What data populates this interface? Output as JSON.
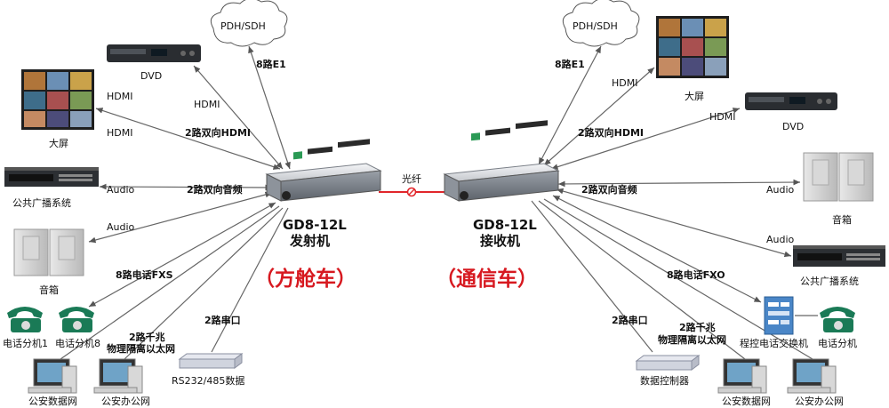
{
  "colors": {
    "accent": "#d71920",
    "fiber": "#e1262b",
    "line": "#666666",
    "phone": "#1a7a56"
  },
  "left": {
    "cloud": "PDH/SDH",
    "e1": "8路E1",
    "dvd": "DVD",
    "hdmi1": "HDMI",
    "hdmi2": "HDMI",
    "hdmi3": "HDMI",
    "screen": "大屏",
    "hdmi_bi": "2路双向HDMI",
    "audio1": "Audio",
    "audio2": "Audio",
    "audio_bi": "2路双向音频",
    "pa": "公共广播系统",
    "speaker": "音箱",
    "fxs": "8路电话FXS",
    "phone1": "电话分机1",
    "phone8": "电话分机8",
    "gbe_1": "2路千兆",
    "gbe_2": "物理隔离以太网",
    "serial": "2路串口",
    "serial_dev": "RS232/485数据",
    "pc1": "公安数据网",
    "pc2": "公安办公网",
    "device_model": "GD8-12L",
    "device_role": "发射机",
    "vehicle": "（方舱车）"
  },
  "fiber_label": "光纤",
  "right": {
    "cloud": "PDH/SDH",
    "e1": "8路E1",
    "hdmi1": "HDMI",
    "hdmi2": "HDMI",
    "screen": "大屏",
    "dvd": "DVD",
    "hdmi_bi": "2路双向HDMI",
    "audio_bi": "2路双向音频",
    "audio1": "Audio",
    "audio2": "Audio",
    "speaker": "音箱",
    "pa": "公共广播系统",
    "fxo": "8路电话FXO",
    "serial": "2路串口",
    "gbe_1": "2路千兆",
    "gbe_2": "物理隔离以太网",
    "pbx": "程控电话交换机",
    "phone": "电话分机",
    "serial_dev": "数据控制器",
    "pc1": "公安数据网",
    "pc2": "公安办公网",
    "device_model": "GD8-12L",
    "device_role": "接收机",
    "vehicle": "（通信车）"
  }
}
